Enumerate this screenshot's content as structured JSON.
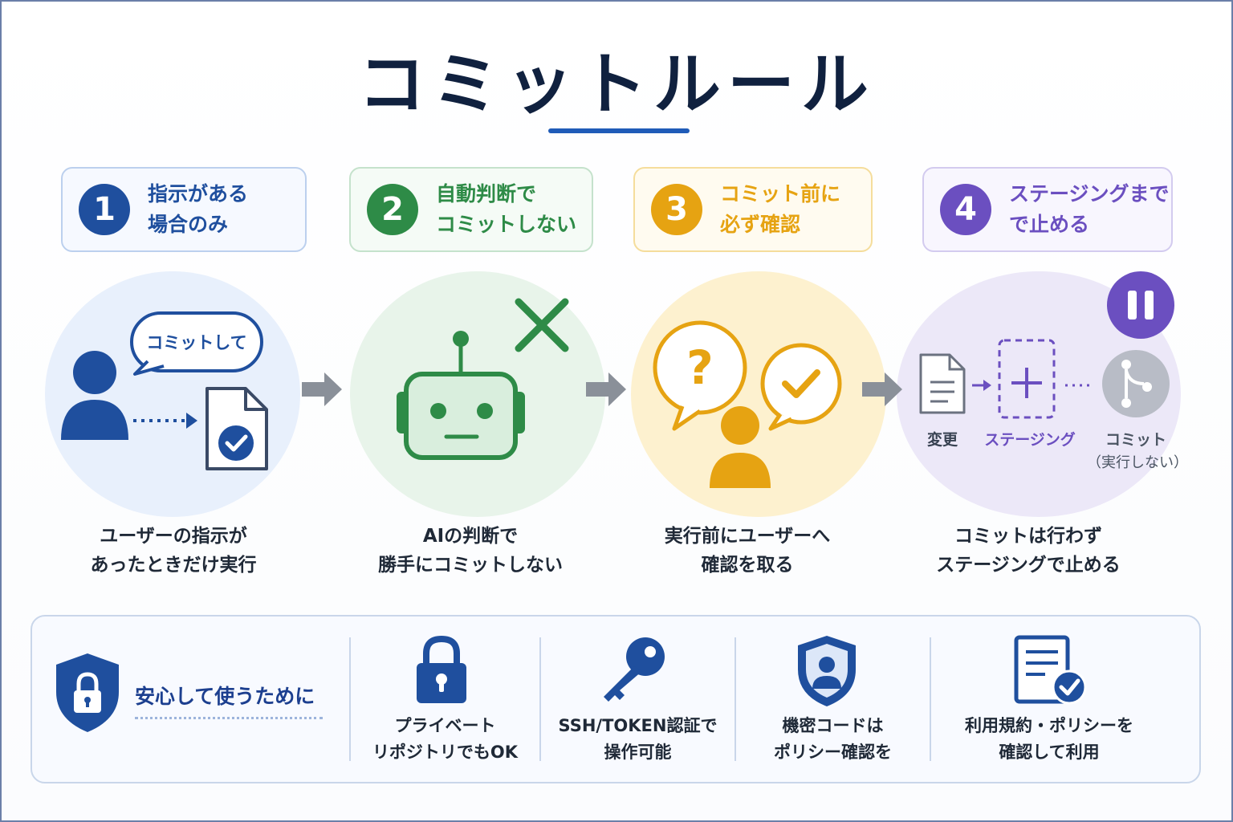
{
  "title": "コミットルール",
  "colors": {
    "navy": "#10213f",
    "blue": "#1f4f9e",
    "green": "#2e8b47",
    "amber": "#e6a312",
    "purple": "#6b4fc0",
    "gray_arrow": "#8a9099"
  },
  "steps": [
    {
      "number": "1",
      "label": "指示がある\n場合のみ",
      "caption": "ユーザーの指示が\nあったときだけ実行"
    },
    {
      "number": "2",
      "label": "自動判断で\nコミットしない",
      "caption": "AIの判断で\n勝手にコミットしない"
    },
    {
      "number": "3",
      "label": "コミット前に\n必ず確認",
      "caption": "実行前にユーザーへ\n確認を取る"
    },
    {
      "number": "4",
      "label": "ステージングまで\nで止める",
      "caption": "コミットは行わず\nステージングで止める"
    }
  ],
  "illustration": {
    "speech_bubble": "コミットして",
    "flow_change": "変更",
    "flow_staging": "ステージング",
    "flow_commit": "コミット",
    "flow_commit_note": "（実行しない）"
  },
  "safety": {
    "heading": "安心して使うために",
    "features": [
      {
        "icon": "padlock-icon",
        "label": "プライベート\nリポジトリでもOK"
      },
      {
        "icon": "key-icon",
        "label": "SSH/TOKEN認証で\n操作可能"
      },
      {
        "icon": "user-shield-icon",
        "label": "機密コードは\nポリシー確認を"
      },
      {
        "icon": "document-check-icon",
        "label": "利用規約・ポリシーを\n確認して利用"
      }
    ]
  }
}
